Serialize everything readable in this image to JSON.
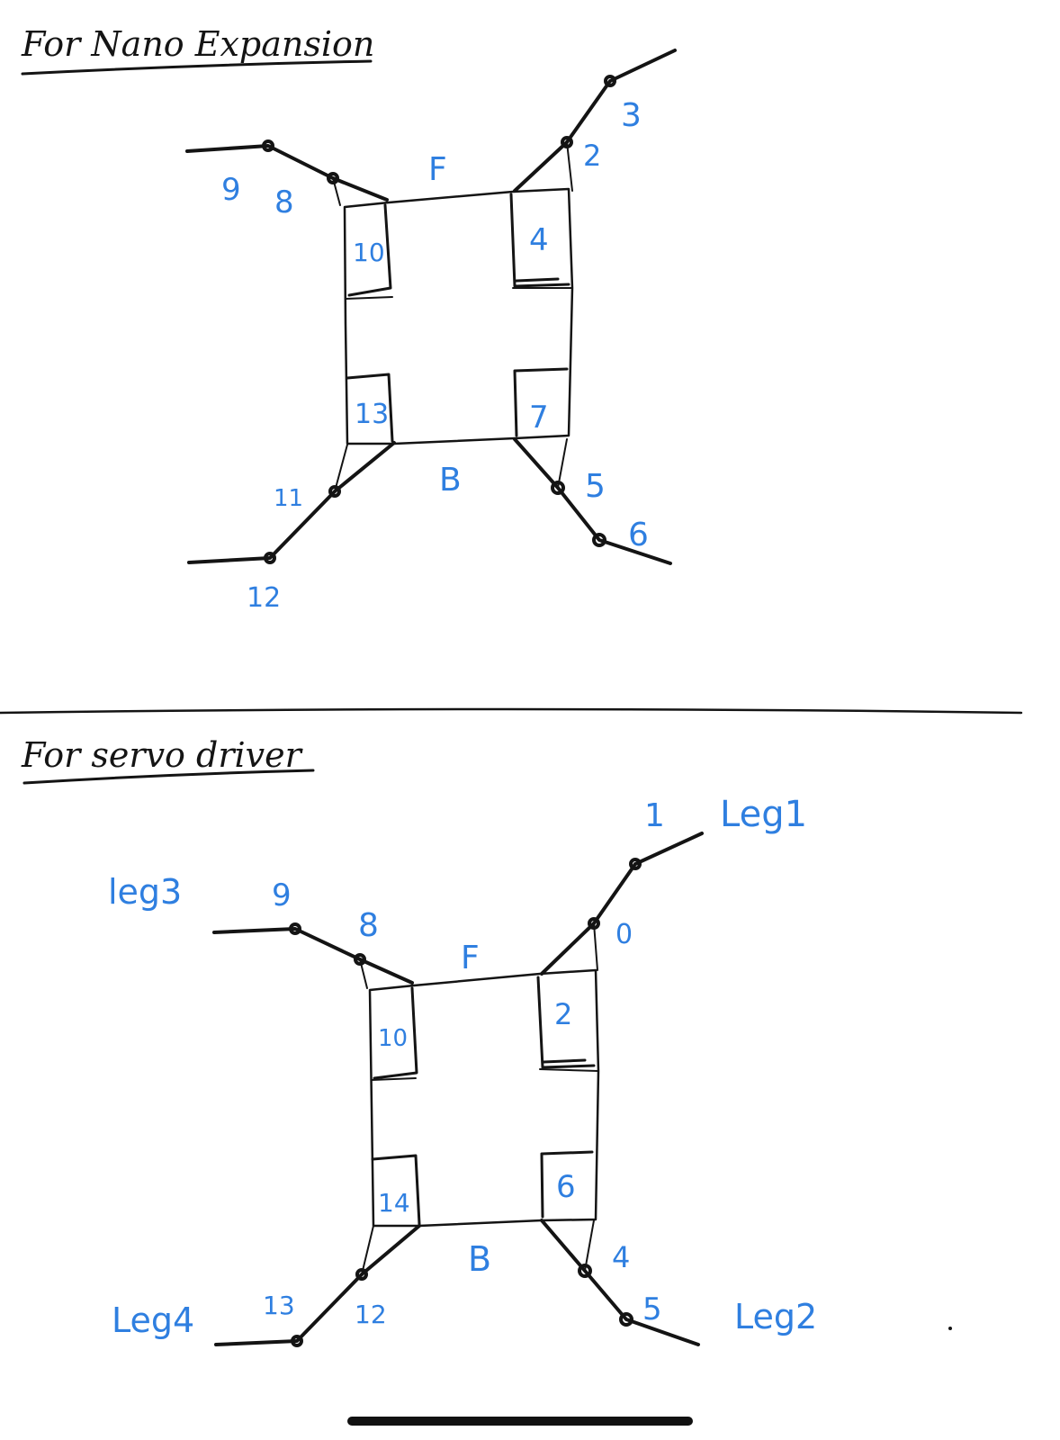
{
  "sections": [
    {
      "title": "For Nano Expansion",
      "front": "F",
      "back": "B",
      "box_tl": "10",
      "box_tr": "4",
      "box_bl": "13",
      "box_br": "7",
      "joints": {
        "tl_outer": "9",
        "tl_inner": "8",
        "tr_inner": "2",
        "tr_outer": "3",
        "bl_inner": "11",
        "bl_outer": "12",
        "br_inner": "5",
        "br_outer": "6"
      }
    },
    {
      "title": "For servo driver",
      "front": "F",
      "back": "B",
      "box_tl": "10",
      "box_tr": "2",
      "box_bl": "14",
      "box_br": "6",
      "joints": {
        "tl_outer": "9",
        "tl_inner": "8",
        "tr_inner": "0",
        "tr_outer": "1",
        "bl_inner": "12",
        "bl_outer": "13",
        "br_inner": "4",
        "br_outer": "5"
      },
      "legs": {
        "top_left": "leg3",
        "top_right": "Leg1",
        "bottom_left": "Leg4",
        "bottom_right": "Leg2"
      }
    }
  ],
  "colors": {
    "ink": "#141414",
    "label_blue": "#2f7fe0"
  }
}
